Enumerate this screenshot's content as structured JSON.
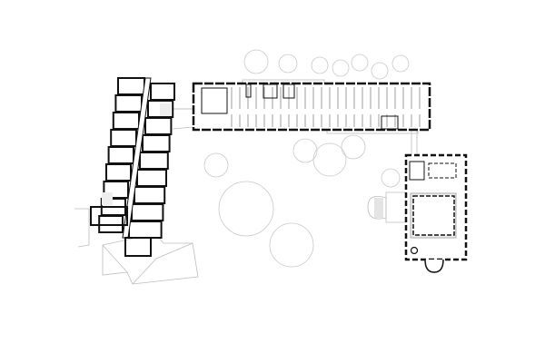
{
  "diagram": {
    "type": "architectural-site-floor-plan",
    "colors": {
      "background": "#ffffff",
      "wall": "#111111",
      "context_line": "#bdbdbd",
      "tree_outline": "#c8c8c8",
      "fill_light": "#eeeeee"
    },
    "buildings": [
      "left-slanted-wing",
      "long-bar-building",
      "courtyard-building"
    ],
    "trees": 14
  }
}
